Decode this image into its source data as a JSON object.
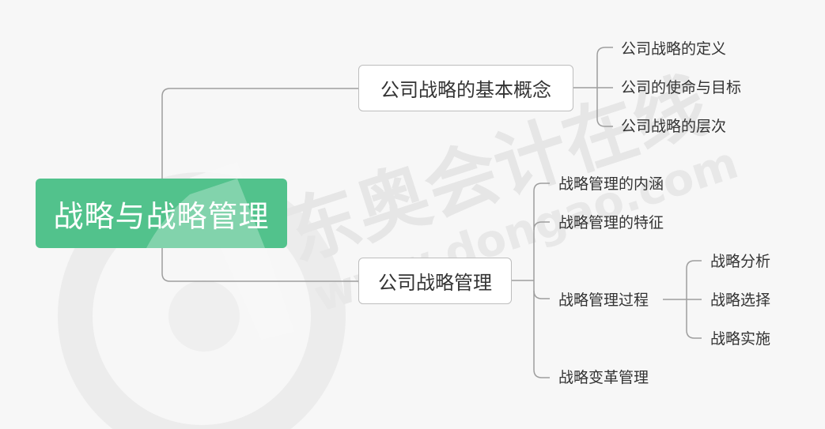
{
  "diagram": {
    "type": "mind-map",
    "root": {
      "label": "战略与战略管理",
      "color": "#52c28c",
      "text_color": "#ffffff"
    },
    "branches": [
      {
        "label": "公司战略的基本概念",
        "children": [
          {
            "label": "公司战略的定义"
          },
          {
            "label": "公司的使命与目标"
          },
          {
            "label": "公司战略的层次"
          }
        ]
      },
      {
        "label": "公司战略管理",
        "children": [
          {
            "label": "战略管理的内涵"
          },
          {
            "label": "战略管理的特征"
          },
          {
            "label": "战略管理过程",
            "children": [
              {
                "label": "战略分析"
              },
              {
                "label": "战略选择"
              },
              {
                "label": "战略实施"
              }
            ]
          },
          {
            "label": "战略变革管理"
          }
        ]
      }
    ],
    "line_color": "#9e9e9e",
    "background": "#f7f7f7"
  },
  "watermark": {
    "text_cn": "东奥会计在线",
    "text_url": "www.dongao.com",
    "logo": "dongao-circle-logo"
  }
}
